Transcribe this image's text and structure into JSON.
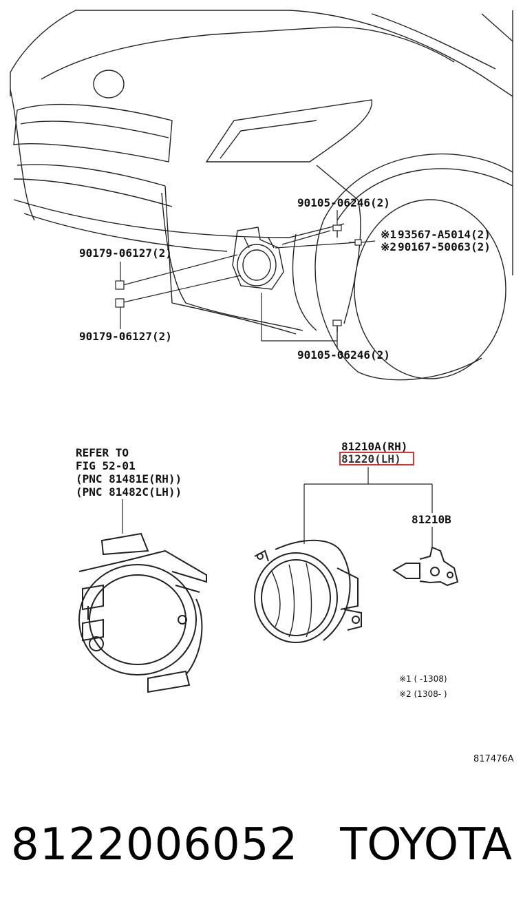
{
  "diagram": {
    "top_labels": {
      "bolt_upper": "90105-06246(2)",
      "bolt_lower": "90105-06246(2)",
      "clip_upper": "90179-06127(2)",
      "clip_lower": "90179-06127(2)",
      "marker_1": "※1",
      "marker_2": "※2",
      "part_93567": "93567-A5014(2)",
      "part_90167": "90167-50063(2)"
    },
    "refer": {
      "line1": "REFER TO",
      "line2": "FIG 52-01",
      "line3": "(PNC 81481E(RH))",
      "line4": "(PNC 81482C(LH))"
    },
    "lamp": {
      "rh_label": "81210A(RH)",
      "lh_label": "81220(LH)",
      "bulb_label": "81210B",
      "highlight_color": "#e03030"
    },
    "notes": {
      "note1": "※1 (     -1308)",
      "note2": "※2 (1308-     )"
    },
    "figure_id": "817476A"
  },
  "footer": {
    "part_number": "8122006052",
    "brand": "TOYOTA"
  }
}
